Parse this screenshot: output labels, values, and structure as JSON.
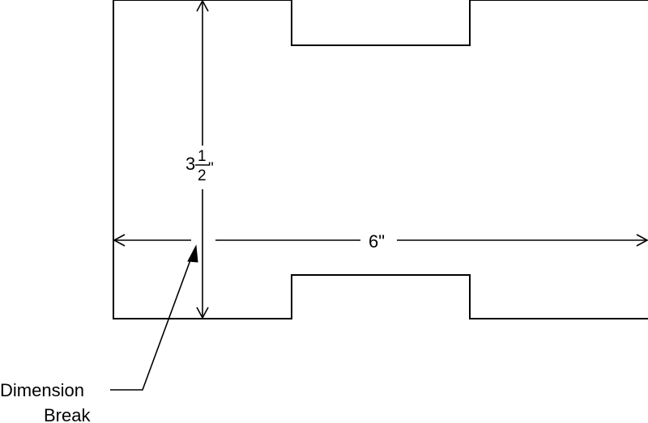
{
  "diagram": {
    "height_dimension": {
      "whole": "3",
      "numerator": "1",
      "denominator": "2",
      "unit_mark": "\""
    },
    "width_dimension": {
      "label": "6\""
    },
    "callout": {
      "line1": "Dimension",
      "line2": "Break"
    },
    "colors": {
      "line": "#000000",
      "background": "#ffffff"
    }
  }
}
